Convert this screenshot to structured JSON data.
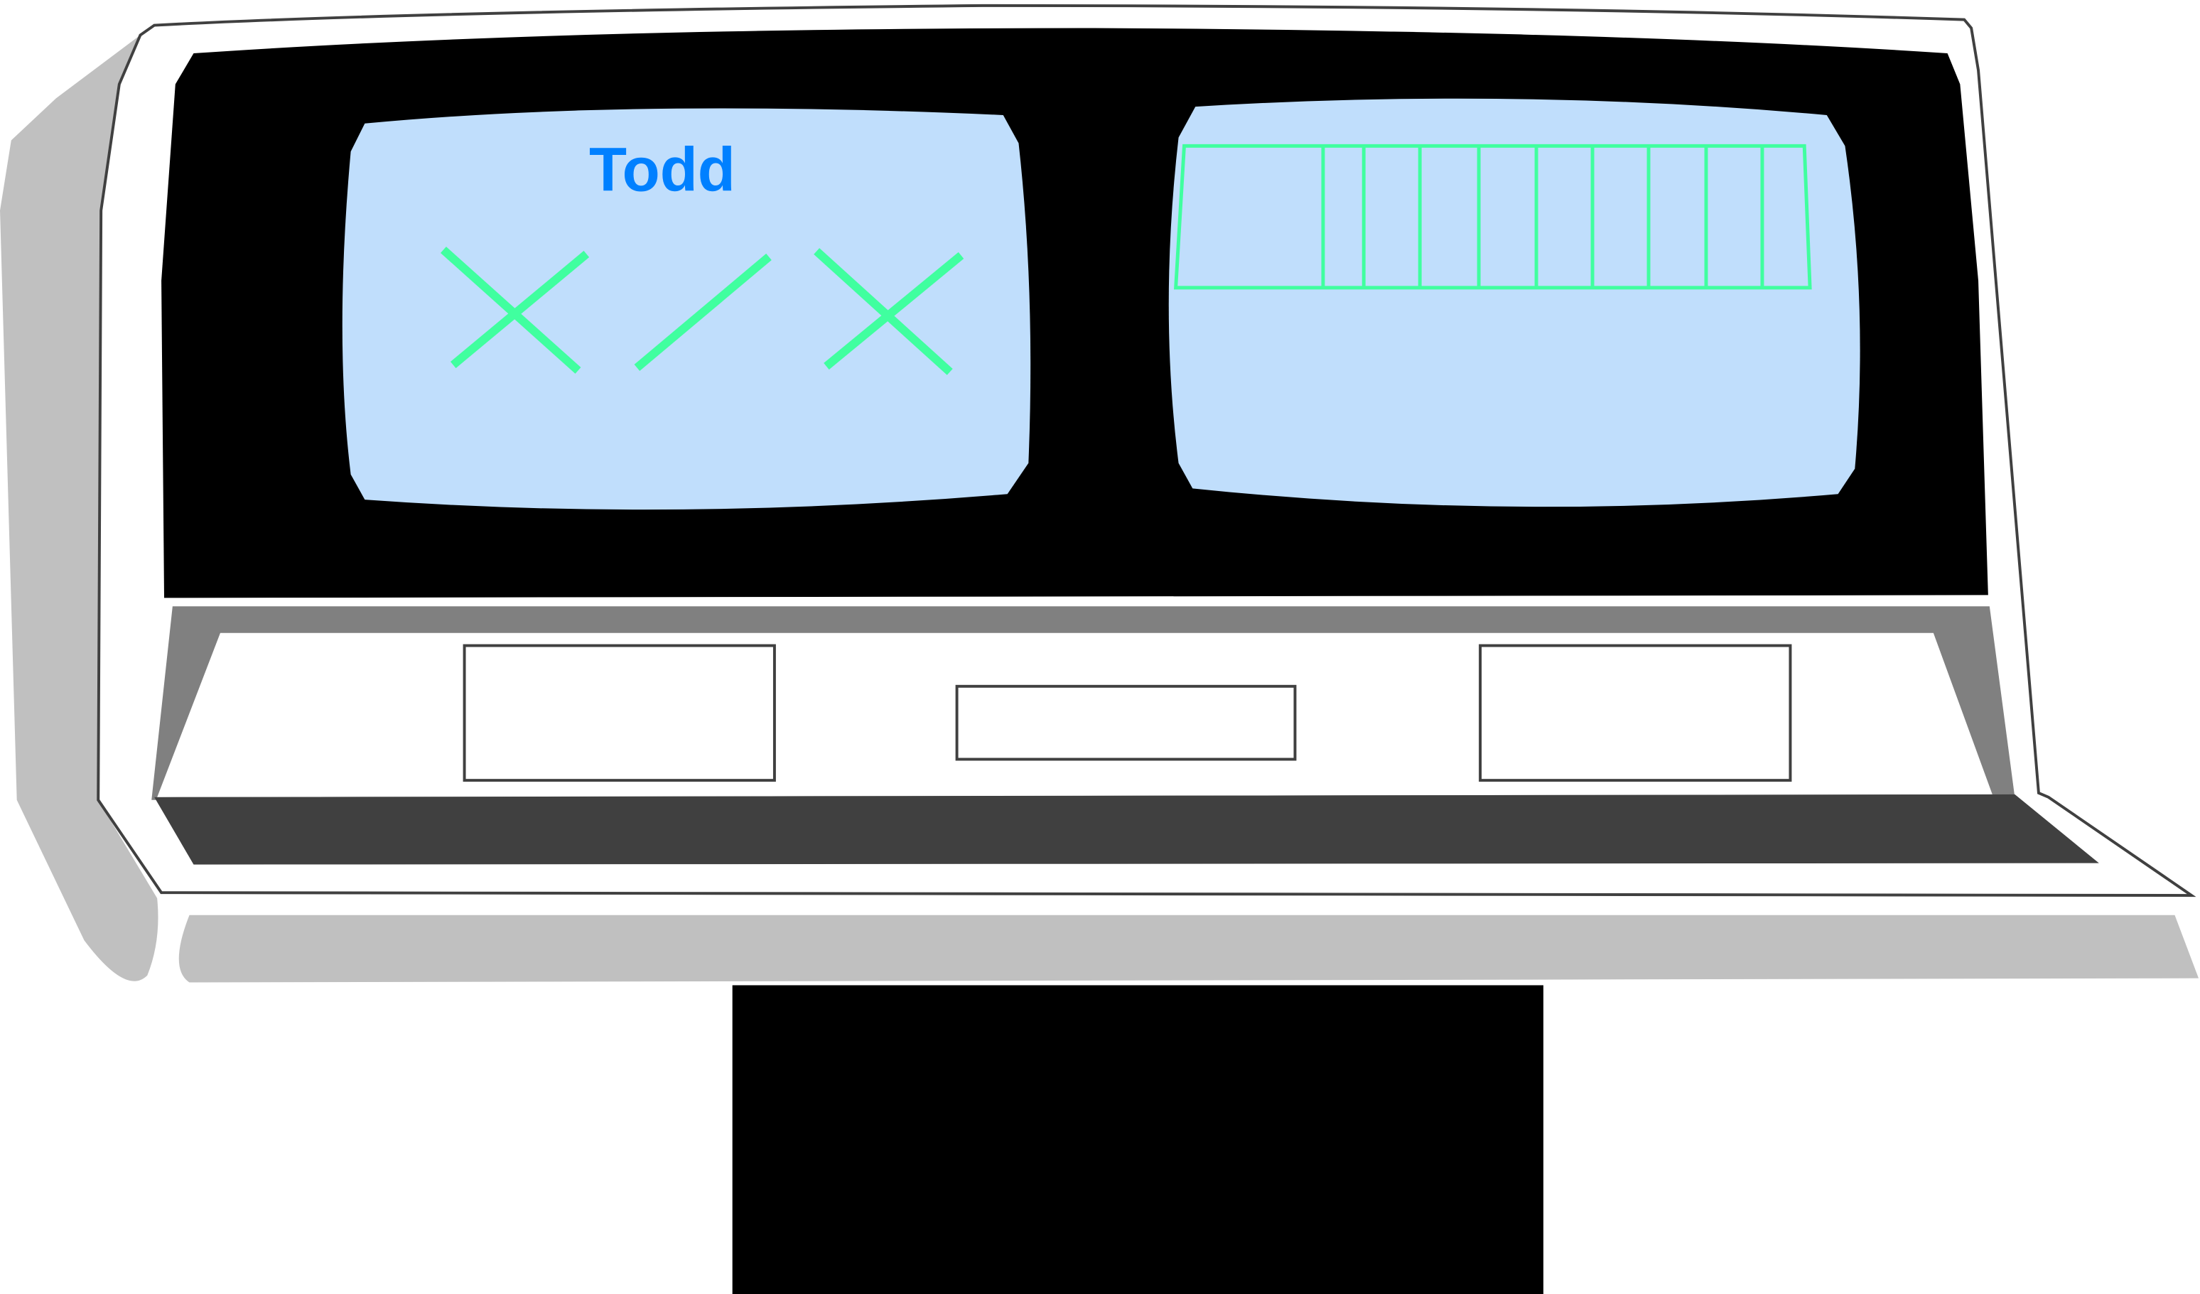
{
  "left_screen": {
    "name_label": "Todd",
    "marks": [
      "X",
      "/",
      "X"
    ]
  },
  "right_screen": {
    "grid_columns": 10
  },
  "colors": {
    "screen": "#c0defc",
    "marks": "#40ff9f",
    "name_text": "#0080ff",
    "bezel": "#000000",
    "shadow": "#c0c0c0",
    "panel_slope": "#808080",
    "keyboard_ledge": "#404040",
    "outline": "#404040"
  }
}
